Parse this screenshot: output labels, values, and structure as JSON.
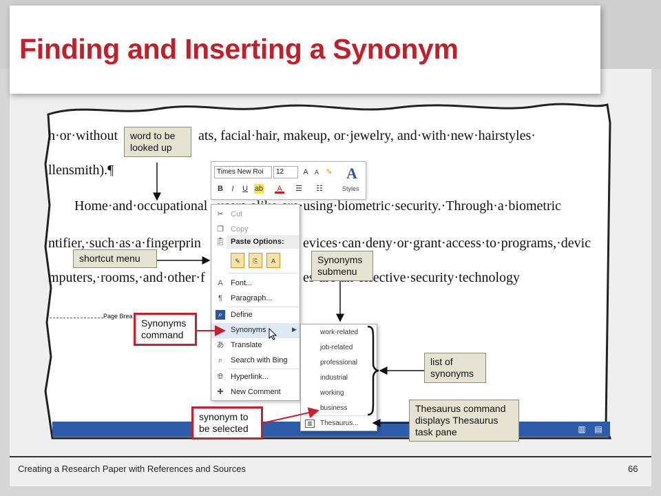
{
  "slide": {
    "title": "Finding and Inserting a Synonym",
    "footer_text": "Creating a Research Paper with References and Sources",
    "page_number": "66"
  },
  "document": {
    "lines": [
      "h·or·without",
      "ats, facial·hair, makeup, or·jewelry, and·with·new·hairstyles·",
      "llensmith).¶",
      "Home·and·occupational",
      "users·alike·are·using·biometric·security.·Through·a·biometric",
      "ntifier,·such·as·a·fingerprin",
      "evices·can·deny·or·grant·access·to·programs,·devic",
      "mputers,·rooms,·and·other·f",
      "es·are·an·effective·security·technology"
    ],
    "page_break_label": "Page Brea"
  },
  "mini_toolbar": {
    "font_name": "Times New Roi",
    "font_size": "12",
    "styles_label": "Styles",
    "buttons": [
      "B",
      "I",
      "U"
    ]
  },
  "context_menu": {
    "items": [
      {
        "label": "Cut",
        "icon": "scissors-icon"
      },
      {
        "label": "Copy",
        "icon": "copy-icon"
      },
      {
        "label": "Paste Options:",
        "icon": "clipboard-icon"
      },
      {
        "label": "Font...",
        "icon": "font-icon"
      },
      {
        "label": "Paragraph...",
        "icon": "paragraph-icon"
      },
      {
        "label": "Define",
        "icon": "define-icon"
      },
      {
        "label": "Synonyms",
        "icon": "synonyms-icon"
      },
      {
        "label": "Translate",
        "icon": "translate-icon"
      },
      {
        "label": "Search with Bing",
        "icon": "search-icon"
      },
      {
        "label": "Hyperlink...",
        "icon": "hyperlink-icon"
      },
      {
        "label": "New Comment",
        "icon": "comment-icon"
      }
    ]
  },
  "synonyms_submenu": {
    "items": [
      "work-related",
      "job-related",
      "professional",
      "industrial",
      "working",
      "business"
    ],
    "thesaurus_label": "Thesaurus..."
  },
  "callouts": {
    "word_lookup": "word to be looked up",
    "shortcut_menu": "shortcut menu",
    "synonyms_submenu": "Synonyms submenu",
    "synonyms_command": "Synonyms command",
    "list_of_synonyms": "list of synonyms",
    "synonym_selected": "synonym to be selected",
    "thesaurus_command": "Thesaurus command displays Thesaurus task pane"
  },
  "colors": {
    "title_red": "#c0202a",
    "callout_red": "#c6202c",
    "callout_tan": "#e5e2d2",
    "statusbar_blue": "#2c5caa"
  }
}
